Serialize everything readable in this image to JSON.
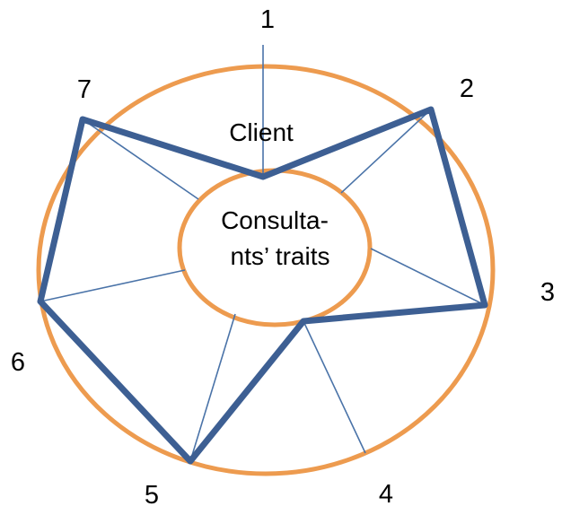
{
  "diagram": {
    "outer_label": "Client",
    "inner_label_line1": "Consulta-",
    "inner_label_line2": "nts’ traits",
    "points": [
      {
        "number": "1"
      },
      {
        "number": "2"
      },
      {
        "number": "3"
      },
      {
        "number": "4"
      },
      {
        "number": "5"
      },
      {
        "number": "6"
      },
      {
        "number": "7"
      }
    ],
    "colors": {
      "circles": "#ED9B4F",
      "polygon": "#3D5F93",
      "spokes": "#4A73A8",
      "text": "#000000"
    }
  }
}
